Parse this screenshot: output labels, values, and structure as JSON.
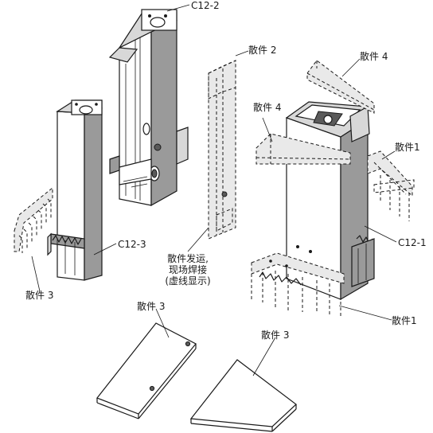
{
  "labels": {
    "c12_2": "C12-2",
    "c12_3": "C12-3",
    "c12_1": "C12-1",
    "part2": "散件 2",
    "part4_top": "散件 4",
    "part4_mid": "散件 4",
    "part1_right": "散件1",
    "part1_bottom": "散件1",
    "part3_left": "散件 3",
    "part3_bottom_left": "散件 3",
    "part3_bottom_right": "散件 3",
    "note_line1": "散件发运,",
    "note_line2": "现场焊接",
    "note_line3": "(虚线显示)"
  }
}
